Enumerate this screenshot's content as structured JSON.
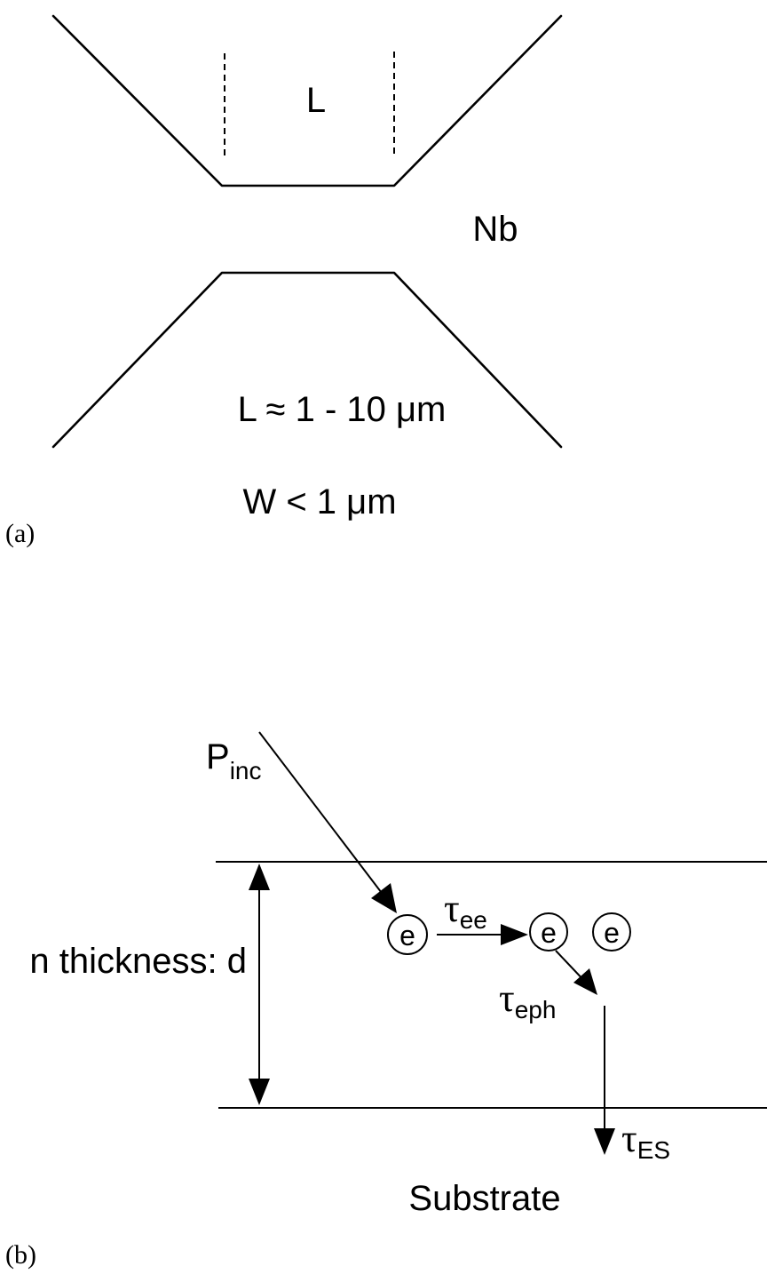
{
  "panel_a": {
    "label": "(a)",
    "length_symbol": "L",
    "material": "Nb",
    "length_range": "L ≈ 1 - 10 μm",
    "width_spec": "W < 1 μm"
  },
  "panel_b": {
    "label": "(b)",
    "incident_power_base": "P",
    "incident_power_sub": "inc",
    "thickness_label": "n thickness: d",
    "electron_symbol": "e",
    "tau_symbol": "τ",
    "tau_ee_sub": "ee",
    "tau_eph_sub": "eph",
    "tau_es_sub": "ES",
    "substrate_label": "Substrate"
  }
}
